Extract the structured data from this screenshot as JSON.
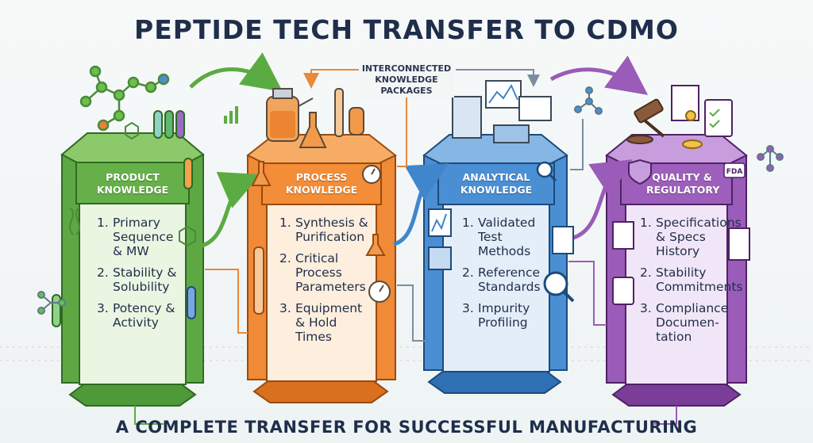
{
  "title": "PEPTIDE TECH TRANSFER TO CDMO",
  "caption": "A COMPLETE TRANSFER FOR SUCCESSFUL MANUFACTURING",
  "center_note": "INTERCONNECTED KNOWLEDGE PACKAGES",
  "pillars": [
    {
      "label": "PRODUCT KNOWLEDGE",
      "items": [
        {
          "num": "1.",
          "text": "Primary Sequence & MW"
        },
        {
          "num": "2.",
          "text": "Stability & Solubility"
        },
        {
          "num": "3.",
          "text": "Potency & Activity"
        }
      ]
    },
    {
      "label": "PROCESS KNOWLEDGE",
      "items": [
        {
          "num": "1.",
          "text": "Synthesis & Purification"
        },
        {
          "num": "2.",
          "text": "Critical Process Parameters"
        },
        {
          "num": "3.",
          "text": "Equipment & Hold Times"
        }
      ]
    },
    {
      "label": "ANALYTICAL KNOWLEDGE",
      "items": [
        {
          "num": "1.",
          "text": "Validated Test Methods"
        },
        {
          "num": "2.",
          "text": "Reference Standards"
        },
        {
          "num": "3.",
          "text": "Impurity Profiling"
        }
      ]
    },
    {
      "label": "QUALITY & REGULATORY",
      "badge": "FDA",
      "items": [
        {
          "num": "1.",
          "text": "Specifications & Specs History"
        },
        {
          "num": "2.",
          "text": "Stability Commitments"
        },
        {
          "num": "3.",
          "text": "Compliance Documen-tation"
        }
      ]
    }
  ],
  "colors": {
    "title": "#1f2e4a",
    "product": "#6cb84a",
    "process": "#f0883a",
    "analytical": "#3e86cc",
    "quality": "#9a5cb8"
  },
  "icons": [
    "molecule-icon",
    "test-tube-icon",
    "reactor-icon",
    "flask-icon",
    "stopwatch-icon",
    "column-icon",
    "computer-icon",
    "chromatogram-icon",
    "magnifier-icon",
    "gavel-icon",
    "certificate-icon",
    "clipboard-icon",
    "shield-icon",
    "arrow-icon"
  ]
}
